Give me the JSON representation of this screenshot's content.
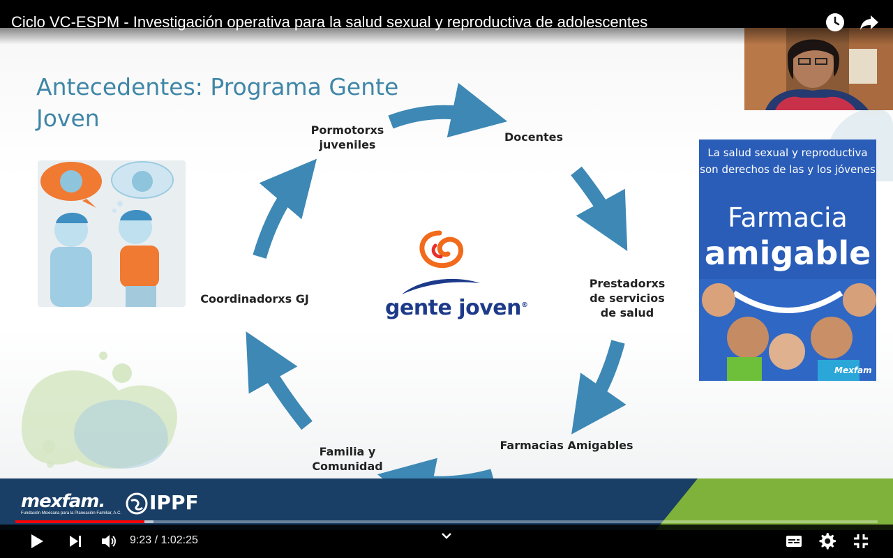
{
  "video": {
    "title": "Ciclo VC-ESPM - Investigación operativa para la salud sexual y reproductiva de adolescentes"
  },
  "slide": {
    "title": "Antecedentes: Programa Gente Joven",
    "center_logo": "gente joven",
    "center_logo_mark": "®",
    "cycle_labels": {
      "promotores": [
        "Pormotorxs",
        "juveniles"
      ],
      "docentes": "Docentes",
      "prestadores": [
        "Prestadorxs",
        "de servicios",
        "de salud"
      ],
      "farmacias": "Farmacias Amigables",
      "familia": [
        "Familia y",
        "Comunidad"
      ],
      "coordinadores": "Coordinadorxs GJ"
    },
    "poster": {
      "line1": "La salud sexual y reproductiva",
      "line2": "son derechos de las y los jóvenes",
      "title1": "Farmacia",
      "title2": "amigable",
      "brand": "Mexfam"
    },
    "footer": {
      "mexfam": "mexfam.",
      "mexfam_sub": "Fundación Mexicana para la Planeación Familiar, A.C.",
      "ippf": "IPPF"
    },
    "colors": {
      "title": "#3f86a7",
      "arrow": "#3d88b5",
      "footer": "#1a3f66",
      "footer_accent": "#7fb23a",
      "logo_navy": "#1d3a8a",
      "logo_orange": "#f26a1b"
    }
  },
  "player": {
    "current_time": "9:23",
    "separator": " / ",
    "duration": "1:02:25",
    "progress": 0.15,
    "buffered": 0.16,
    "icons": {
      "watch_later": "clock-icon",
      "share": "share-icon",
      "play": "play-icon",
      "next": "next-icon",
      "volume": "volume-icon",
      "chevron": "chevron-down-icon",
      "subtitles": "subtitles-icon",
      "settings": "gear-icon",
      "exit_fullscreen": "exit-fullscreen-icon"
    }
  }
}
